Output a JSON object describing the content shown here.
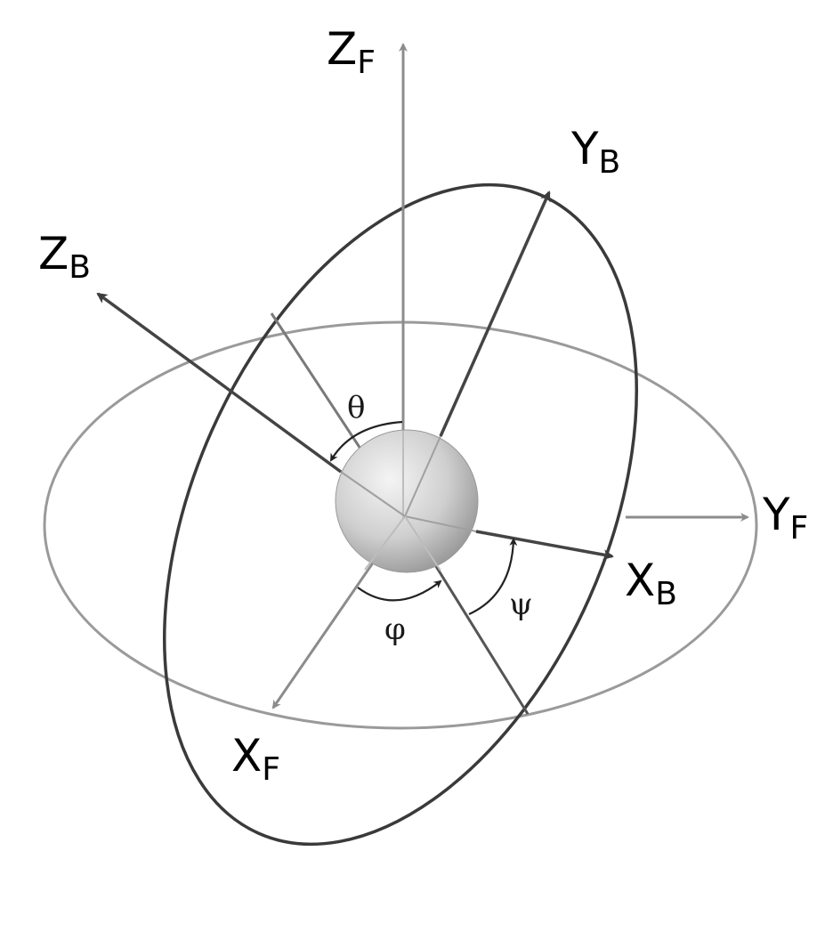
{
  "axes": {
    "zf": {
      "main": "Z",
      "sub": "F"
    },
    "yb": {
      "main": "Y",
      "sub": "B"
    },
    "zb": {
      "main": "Z",
      "sub": "B"
    },
    "yf": {
      "main": "Y",
      "sub": "F"
    },
    "xb": {
      "main": "X",
      "sub": "B"
    },
    "xf": {
      "main": "X",
      "sub": "F"
    }
  },
  "angles": {
    "theta": "θ",
    "phi": "φ",
    "psi": "ψ"
  },
  "colors": {
    "fixed_frame": "#8c8c8c",
    "body_frame": "#444444",
    "body_ellipse": "#3a3a3a",
    "fixed_ellipse": "#9a9a9a"
  }
}
